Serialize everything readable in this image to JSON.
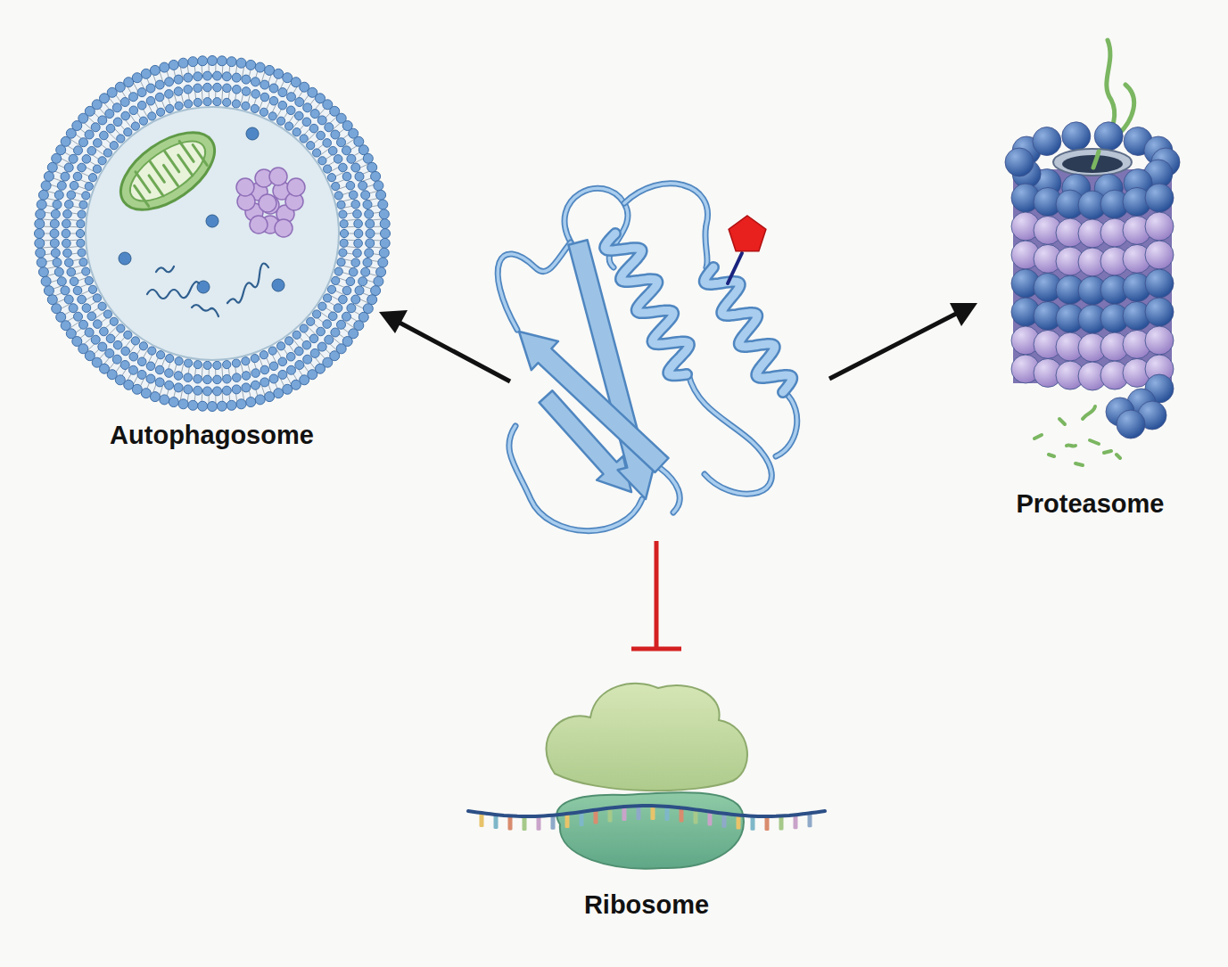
{
  "diagram": {
    "nodes": [
      {
        "text": [
          "Autophagosome"
        ]
      },
      {
        "text": [
          "Proteasome"
        ]
      },
      {
        "text": [
          "Ribosome"
        ]
      }
    ]
  }
}
